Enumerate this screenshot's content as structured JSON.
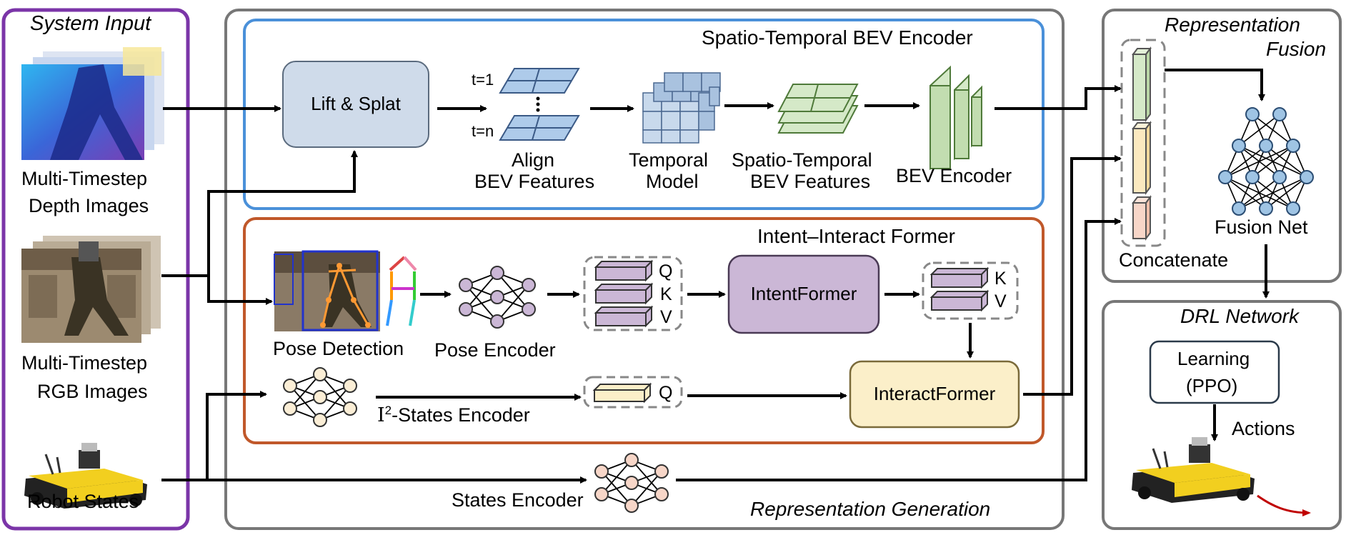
{
  "panels": {
    "system_input": "System Input",
    "representation_generation": "Representation Generation",
    "representation_fusion": [
      "Representation",
      "Fusion"
    ],
    "drl_network": "DRL Network"
  },
  "bev_encoder": {
    "title": "Spatio-Temporal BEV Encoder",
    "lift_splat": "Lift & Splat",
    "t1": "t=1",
    "tn": "t=n",
    "align": [
      "Align",
      "BEV Features"
    ],
    "temporal": [
      "Temporal",
      "Model"
    ],
    "st_features": [
      "Spatio-Temporal",
      "BEV Features"
    ],
    "bev_encoder": "BEV Encoder"
  },
  "intent_former": {
    "title": "Intent–Interact Former",
    "pose_detection": "Pose Detection",
    "pose_encoder": "Pose Encoder",
    "q": "Q",
    "k": "K",
    "v": "V",
    "intentformer": "IntentFormer",
    "interactformer": "InteractFormer",
    "i2_states_encoder": "-States Encoder",
    "i2_symbol": "I",
    "i2_sup": "2"
  },
  "inputs": {
    "depth": [
      "Multi-Timestep",
      "Depth Images"
    ],
    "rgb": [
      "Multi-Timestep",
      "RGB Images"
    ],
    "robot": "Robot States"
  },
  "states_encoder": "States Encoder",
  "fusion": {
    "concatenate": "Concatenate",
    "fusion_net": "Fusion Net"
  },
  "drl": {
    "learning": [
      "Learning",
      "(PPO)"
    ],
    "actions": "Actions"
  },
  "colors": {
    "purple_frame": "#7b35a8",
    "gray_frame": "#777777",
    "blue_frame": "#4a90d9",
    "orange_frame": "#c0582a",
    "node_blue": "#9fc4e4",
    "node_cream": "#fbeed6",
    "node_orange": "#f7d6c8",
    "intent_fill": "#cbb7d6",
    "interact_fill": "#fbefc9",
    "lift_fill": "#cfdbea",
    "green_feature": "#d5e9c8",
    "robot_yellow": "#f2cf1f"
  }
}
